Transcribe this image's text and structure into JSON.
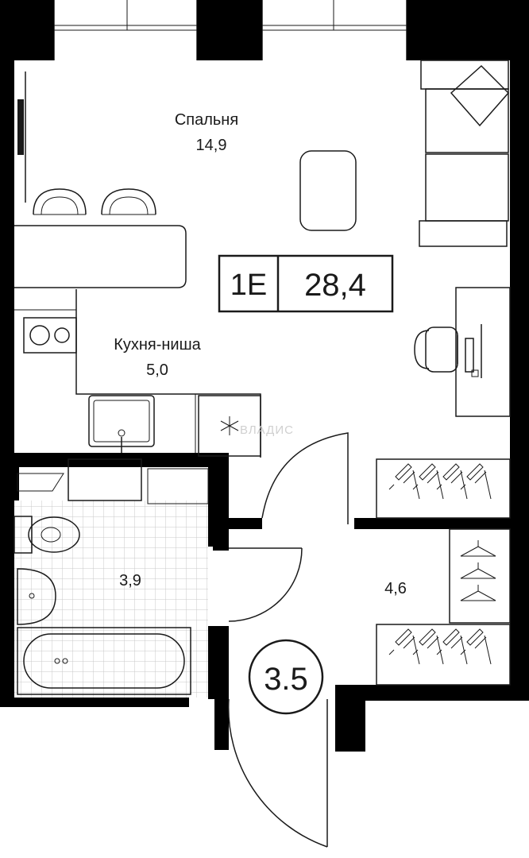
{
  "apartment": {
    "type_code": "1Е",
    "total_area": "28,4",
    "section": "3.5"
  },
  "rooms": {
    "bedroom": {
      "name": "Спальня",
      "area": "14,9"
    },
    "kitchen": {
      "name": "Кухня-ниша",
      "area": "5,0"
    },
    "bathroom": {
      "area": "3,9"
    },
    "hallway": {
      "area": "4,6"
    }
  },
  "watermark": "ВЛАДИС",
  "colors": {
    "wall": "#000000",
    "line": "#1a1a1a",
    "background": "#ffffff",
    "watermark": "#d0d0d0"
  }
}
